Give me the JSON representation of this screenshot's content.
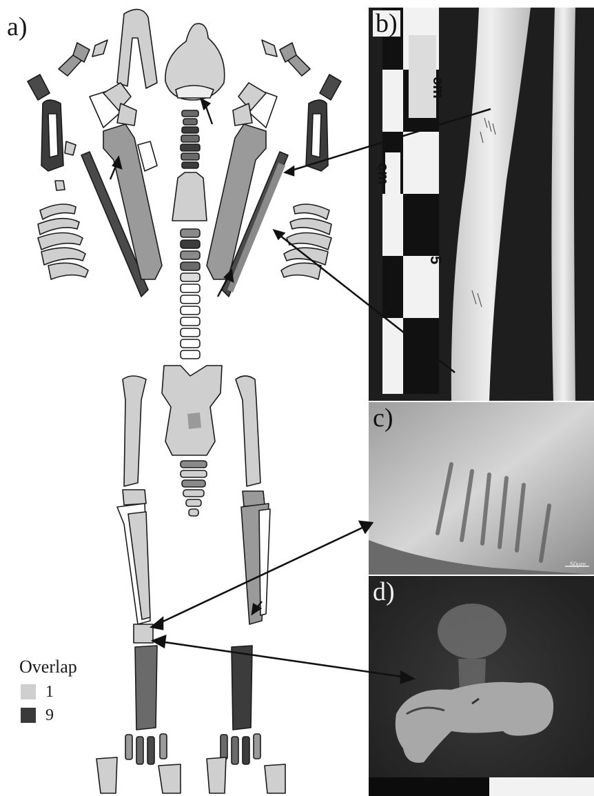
{
  "panels": {
    "a_label": "a)",
    "b_label": "b)",
    "c_label": "c)",
    "d_label": "d)"
  },
  "ruler": {
    "unit_top": "cm",
    "unit_mid": "cm",
    "number": "5"
  },
  "micrograph": {
    "scale_label": "50µm"
  },
  "legend": {
    "title": "Overlap",
    "items": [
      {
        "value": "1",
        "color": "#cfcfcf"
      },
      {
        "value": "9",
        "color": "#3a3a3a"
      }
    ]
  },
  "colors": {
    "low_overlap": "#d0d0d0",
    "mid_overlap": "#9a9a9a",
    "high_overlap": "#3c3c3c",
    "outline": "#1a1a1a"
  }
}
